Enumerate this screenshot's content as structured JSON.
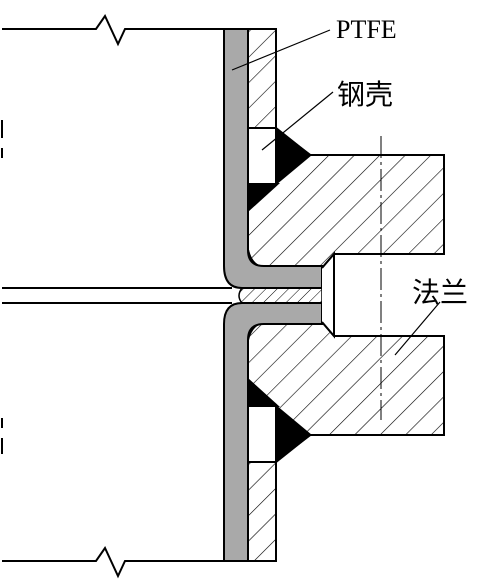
{
  "labels": {
    "ptfe": "PTFE",
    "steel_shell": "钢壳",
    "flange": "法兰"
  },
  "colors": {
    "ptfe_fill": "#a9a9a9",
    "weld_fill": "#000000",
    "line": "#000000",
    "background": "#ffffff"
  }
}
